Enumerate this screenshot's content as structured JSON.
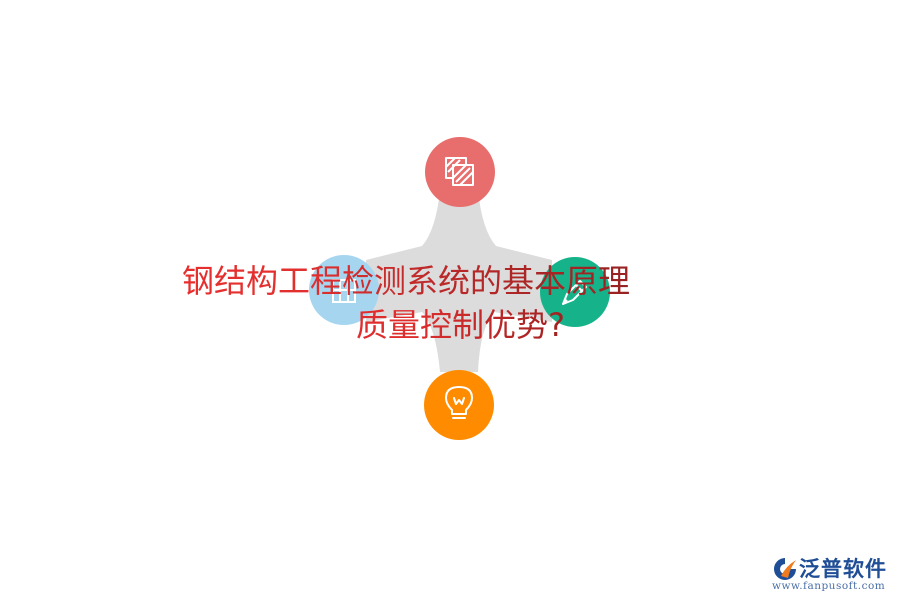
{
  "title": {
    "line1": "钢结构工程检测系统的基本原理",
    "line2": "质量控制优势?"
  },
  "diagram": {
    "connector_color": "#dcdcdc",
    "nodes": [
      {
        "id": "top",
        "icon": "hatched-squares-icon",
        "color": "#e86e6e"
      },
      {
        "id": "left",
        "icon": "building-icon",
        "color": "#a6d6ef"
      },
      {
        "id": "right",
        "icon": "pen-icon",
        "color": "#16b38a"
      },
      {
        "id": "bottom",
        "icon": "lightbulb-icon",
        "color": "#ff8c00"
      }
    ]
  },
  "brand": {
    "name": "泛普软件",
    "url": "www.fanpusoft.com",
    "colors": {
      "primary": "#1f4e96",
      "accent": "#f07b1e"
    }
  }
}
